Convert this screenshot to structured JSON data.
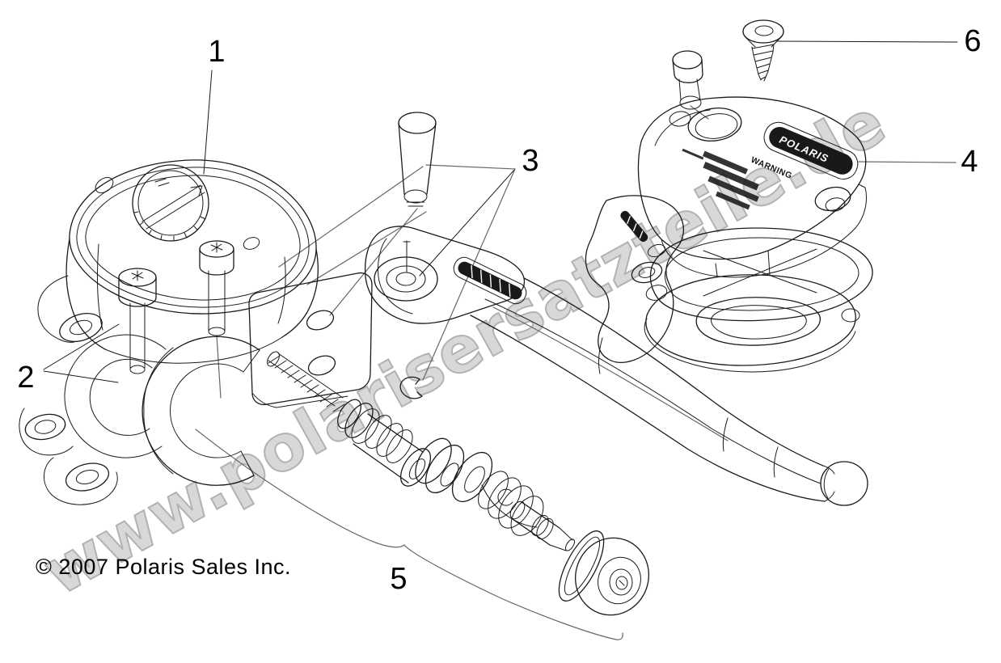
{
  "diagram": {
    "watermark": "www.polarisersatzteile.de",
    "copyright": "© 2007 Polaris Sales Inc.",
    "callouts": [
      {
        "n": "1"
      },
      {
        "n": "2"
      },
      {
        "n": "3"
      },
      {
        "n": "4"
      },
      {
        "n": "5"
      },
      {
        "n": "6"
      }
    ],
    "cover_labels": {
      "logo": "POLARIS",
      "warning": "WARNING"
    },
    "colors": {
      "background": "#ffffff",
      "line": "#1a1a1a",
      "leader": "#666666",
      "watermark_fill": "#d8d8d8",
      "watermark_outline": "#b2b2b2",
      "text": "#000000"
    }
  }
}
